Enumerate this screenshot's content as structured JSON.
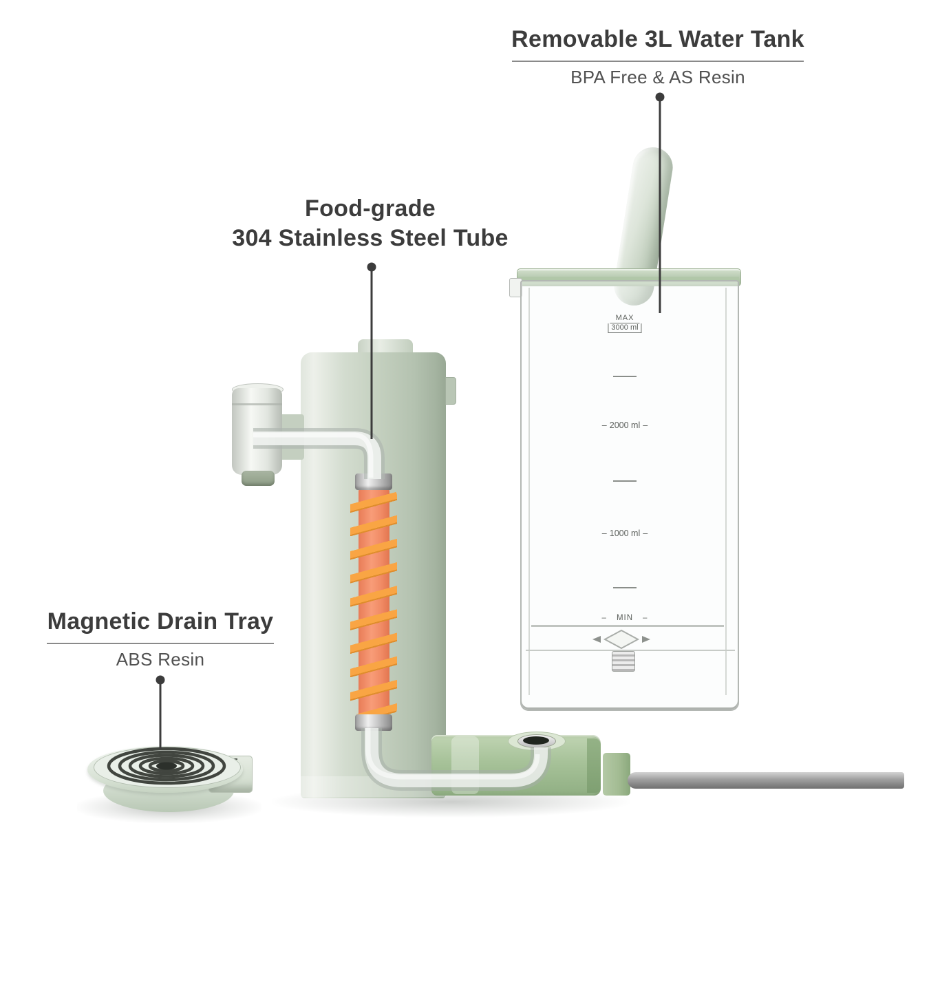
{
  "annotations": {
    "water_tank": {
      "title": "Removable 3L Water Tank",
      "subtitle": "BPA Free & AS Resin"
    },
    "steel_tube": {
      "line1": "Food-grade",
      "line2": "304 Stainless Steel Tube"
    },
    "drain_tray": {
      "title": "Magnetic Drain Tray",
      "subtitle": "ABS Resin"
    }
  },
  "tank_scale": {
    "max_label": "MAX",
    "max_value": "3000 ml",
    "level_2000": "2000 ml",
    "level_1000": "1000 ml",
    "min_label": "MIN",
    "dash": "–"
  },
  "colors": {
    "background": "#ffffff",
    "text_primary": "#3c3c3c",
    "text_secondary": "#515151",
    "leader_line": "#3c3c3c",
    "tower_green": "#c3cfbe",
    "base_green": "#a8c39a",
    "tray_green": "#d8e2d5",
    "tank_rim_green": "#b6c9af",
    "heater_tube_orange": "#f08a64",
    "heater_coil_orange": "#f9a544",
    "collar_silver": "#c6c6c6",
    "cord_gray": "#a2a2a2"
  }
}
